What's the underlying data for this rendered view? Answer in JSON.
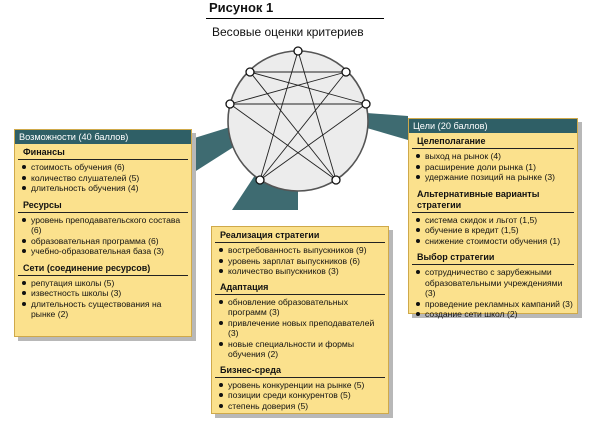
{
  "figure": {
    "title": "Рисунок 1",
    "subtitle": "Весовые оценки критериев"
  },
  "colors": {
    "panel": "#fbe18d",
    "header": "#2f5f66",
    "connector": "#3e6b71",
    "circle": "#eeeeee"
  },
  "left_panel": {
    "header": "Возможности (40 баллов)",
    "sections": [
      {
        "title": "Финансы",
        "items": [
          "стоимость обучения (6)",
          "количество слушателей (5)",
          "длительность обучения (4)"
        ]
      },
      {
        "title": "Ресурсы",
        "items": [
          "уровень преподавательского состава (6)",
          "образовательная программа (6)",
          "учебно-образовательная база (3)"
        ]
      },
      {
        "title": "Сети (соединение ресурсов)",
        "items": [
          "репутация школы (5)",
          "известность школы (3)",
          "длительность существования на рынке (2)"
        ]
      }
    ]
  },
  "middle_panel": {
    "header": "Реализация стратегии",
    "items1": [
      "востребованность выпускников (9)",
      "уровень зарплат выпускников (6)",
      "количество выпускников (3)"
    ],
    "sub1": "Адаптация",
    "items2": [
      "обновление образовательных программ (3)",
      "привлечение новых преподавателей (3)",
      "новые специальности и формы обучения (2)"
    ],
    "sub2": "Бизнес-среда",
    "items3": [
      "уровень конкуренции на рынке (5)",
      "позиции среди конкурентов (5)",
      "степень доверия (5)"
    ]
  },
  "right_panel": {
    "header": "Цели (20 баллов)",
    "sections": [
      {
        "title": "Целеполагание",
        "items": [
          "выход на рынок (4)",
          "расширение доли рынка (1)",
          "удержание позиций на рынке (3)"
        ]
      },
      {
        "title": "Альтернативные варианты стратегии",
        "items": [
          "система скидок и льгот (1,5)",
          "обучение в кредит (1,5)",
          "снижение стоимости обучения (1)"
        ]
      },
      {
        "title": "Выбор стратегии",
        "items": [
          "сотрудничество с зарубежными образовательными учреждениями (3)",
          "проведение рекламных кампаний (3)",
          "создание сети школ (2)"
        ]
      }
    ]
  }
}
